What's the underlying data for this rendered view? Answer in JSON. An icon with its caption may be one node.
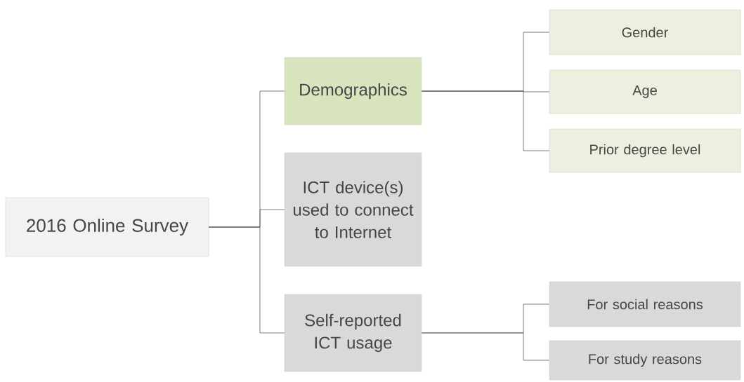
{
  "diagram": {
    "nodes": [
      {
        "text": [
          "2016 Online Survey"
        ]
      },
      {
        "text": [
          "Demographics"
        ]
      },
      {
        "text": [
          "ICT device(s) used to connect to Internet"
        ]
      },
      {
        "text": [
          "Self-reported ICT usage"
        ]
      },
      {
        "text": [
          "Gender"
        ]
      },
      {
        "text": [
          "Age"
        ]
      },
      {
        "text": [
          "Prior degree level"
        ]
      },
      {
        "text": [
          "For social reasons"
        ]
      },
      {
        "text": [
          "For study reasons"
        ]
      }
    ],
    "edges": [
      {
        "from": 0,
        "to": 1,
        "arrow": "none"
      },
      {
        "from": 0,
        "to": 2,
        "arrow": "none"
      },
      {
        "from": 0,
        "to": 3,
        "arrow": "none"
      },
      {
        "from": 1,
        "to": 4,
        "arrow": "none"
      },
      {
        "from": 1,
        "to": 5,
        "arrow": "none"
      },
      {
        "from": 1,
        "to": 6,
        "arrow": "none"
      },
      {
        "from": 3,
        "to": 7,
        "arrow": "none"
      },
      {
        "from": 3,
        "to": 8,
        "arrow": "none"
      }
    ]
  }
}
